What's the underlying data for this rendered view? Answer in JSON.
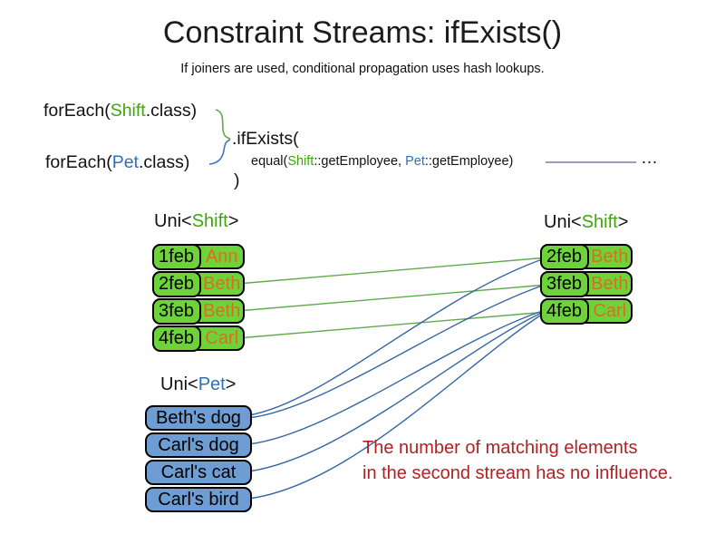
{
  "slide": {
    "title": "Constraint Streams: ifExists()",
    "subtitle": "If joiners are used, conditional propagation uses hash lookups."
  },
  "code": {
    "foreach_shift": {
      "prefix": "forEach(",
      "type": "Shift",
      "suffix": ".class)"
    },
    "foreach_pet": {
      "prefix": "forEach(",
      "type": "Pet",
      "suffix": ".class)"
    },
    "if_exists": ".ifExists(",
    "equal": {
      "prefix": "equal(",
      "left_type": "Shift",
      "mid": "::getEmployee, ",
      "right_type": "Pet",
      "suffix": "::getEmployee)"
    },
    "close_paren": ")",
    "ellipsis": "…"
  },
  "left_stream": {
    "label": {
      "prefix": "Uni<",
      "type": "Shift",
      "suffix": ">"
    },
    "rows": [
      {
        "date": "1feb",
        "employee": "Ann"
      },
      {
        "date": "2feb",
        "employee": "Beth"
      },
      {
        "date": "3feb",
        "employee": "Beth"
      },
      {
        "date": "4feb",
        "employee": "Carl"
      }
    ]
  },
  "right_stream": {
    "label": {
      "prefix": "Uni<",
      "type": "Shift",
      "suffix": ">"
    },
    "rows": [
      {
        "date": "2feb",
        "employee": "Beth"
      },
      {
        "date": "3feb",
        "employee": "Beth"
      },
      {
        "date": "4feb",
        "employee": "Carl"
      }
    ]
  },
  "pet_stream": {
    "label": {
      "prefix": "Uni<",
      "type": "Pet",
      "suffix": ">"
    },
    "rows": [
      {
        "name": "Beth's dog"
      },
      {
        "name": "Carl's dog"
      },
      {
        "name": "Carl's cat"
      },
      {
        "name": "Carl's bird"
      }
    ]
  },
  "caption": {
    "line1": "The number of matching elements",
    "line2": "in the second stream has no influence."
  },
  "colors": {
    "shift_type_green": "#3fa40e",
    "pet_type_blue": "#2e6fbe",
    "shift_cell_green": "#6ed33b",
    "pet_cell_blue": "#6d9dd3",
    "employee_orange": "#d96f1e",
    "caption_red": "#b02222",
    "match_line_green": "#61a94c",
    "match_line_blue": "#3465a4",
    "joiner_line_purple": "#8e6fae"
  }
}
